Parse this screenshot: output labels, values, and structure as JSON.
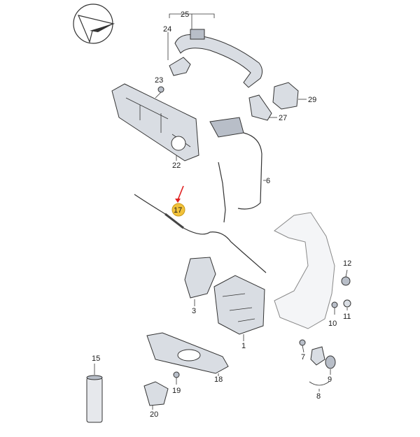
{
  "labels": {
    "p1": "1",
    "p3": "3",
    "p6": "6",
    "p7": "7",
    "p8": "8",
    "p9": "9",
    "p10": "10",
    "p11": "11",
    "p12": "12",
    "p15": "15",
    "p17": "17",
    "p18": "18",
    "p19": "19",
    "p20": "20",
    "p22": "22",
    "p23": "23",
    "p24": "24",
    "p25": "25",
    "p27": "27",
    "p29": "29"
  },
  "highlight": {
    "part": "17",
    "color": "#f2c23a",
    "arrow_color": "#e02020"
  },
  "icons": {
    "orientation": "vehicle-orientation-icon"
  }
}
